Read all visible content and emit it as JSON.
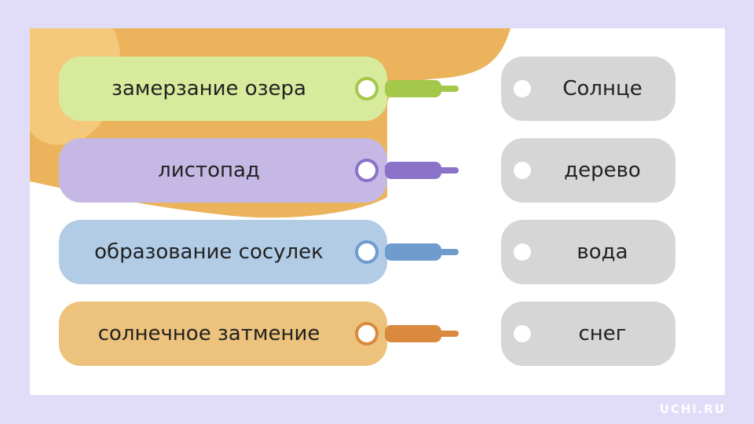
{
  "left_items": [
    {
      "label": "замерзание озера",
      "color": "#d8eb9c",
      "plug_color": "#a4c84a"
    },
    {
      "label": "листопад",
      "color": "#c6b8e4",
      "plug_color": "#8a72c8"
    },
    {
      "label": "образование сосулек",
      "color": "#b2cce6",
      "plug_color": "#6e9ccc"
    },
    {
      "label": "солнечное затмение",
      "color": "#ecc27c",
      "plug_color": "#d98a3e"
    }
  ],
  "right_items": [
    {
      "label": "Солнце"
    },
    {
      "label": "дерево"
    },
    {
      "label": "вода"
    },
    {
      "label": "снег"
    }
  ],
  "logo": "UCHi.RU",
  "colors": {
    "background": "#e1dcf8",
    "blob": "#ebb45c",
    "blob_light": "#f4c97c",
    "right_pill": "#d6d6d6"
  }
}
